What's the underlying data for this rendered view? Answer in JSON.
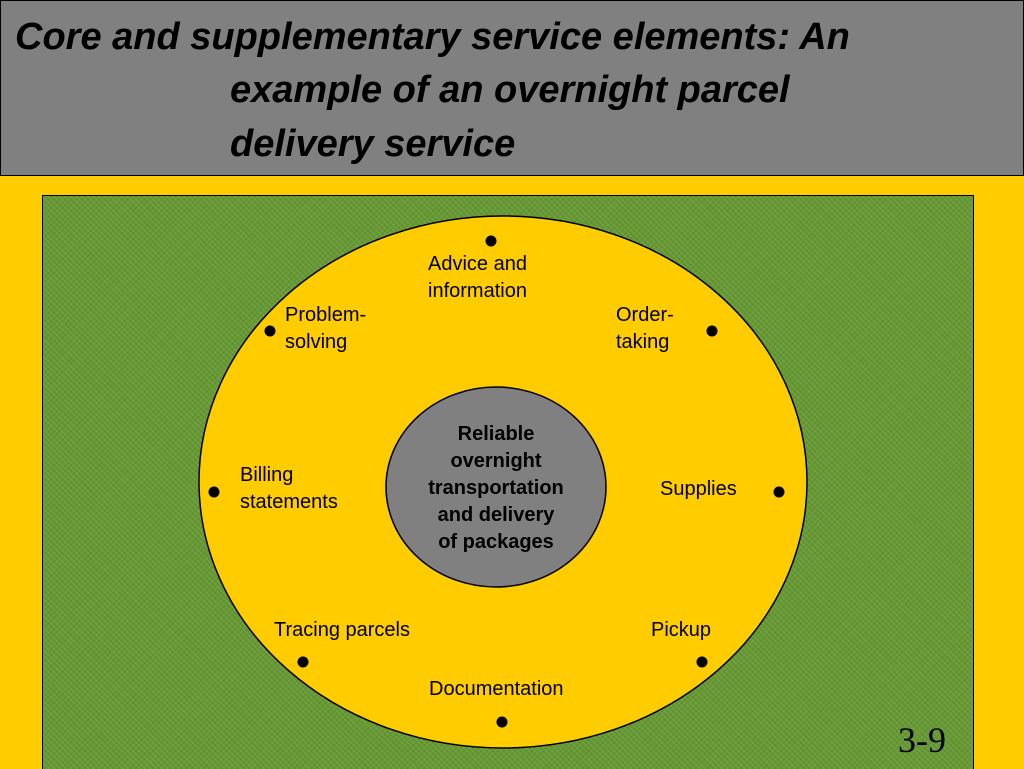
{
  "title": {
    "lines": [
      "Core and supplementary service elements: An",
      "example of an overnight parcel",
      "delivery service"
    ]
  },
  "core": {
    "label": "Reliable\novernight\ntransportation\nand delivery\nof packages"
  },
  "supplementary": [
    {
      "label": "Advice and\ninformation"
    },
    {
      "label": "Order-\ntaking"
    },
    {
      "label": "Supplies"
    },
    {
      "label": "Pickup"
    },
    {
      "label": "Documentation"
    },
    {
      "label": "Tracing parcels"
    },
    {
      "label": "Billing\nstatements"
    },
    {
      "label": "Problem-\nsolving"
    }
  ],
  "slide_number": "3-9",
  "colors": {
    "background": "#ffcc00",
    "title_bar": "#808080",
    "panel": "#669933",
    "outer_ring": "#ffcc00",
    "core_circle": "#808080"
  }
}
